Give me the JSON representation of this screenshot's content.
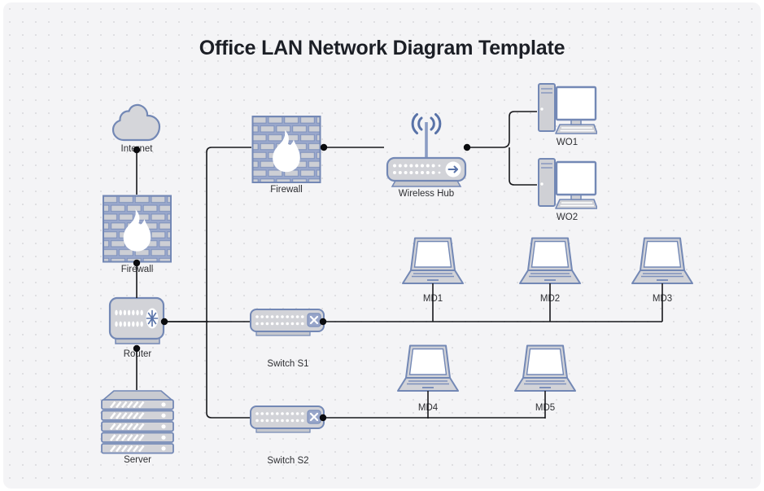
{
  "title": "Office LAN Network Diagram Template",
  "nodes": {
    "internet": {
      "label": "Internet"
    },
    "firewall_left": {
      "label": "Firewall"
    },
    "router": {
      "label": "Router"
    },
    "server": {
      "label": "Server"
    },
    "firewall_top": {
      "label": "Firewall"
    },
    "wireless_hub": {
      "label": "Wireless Hub"
    },
    "wo1": {
      "label": "WO1"
    },
    "wo2": {
      "label": "WO2"
    },
    "md1": {
      "label": "MD1"
    },
    "md2": {
      "label": "MD2"
    },
    "md3": {
      "label": "MD3"
    },
    "md4": {
      "label": "MD4"
    },
    "md5": {
      "label": "MD5"
    },
    "switch_s1": {
      "label": "Switch S1"
    },
    "switch_s2": {
      "label": "Switch S2"
    }
  },
  "icons": {
    "internet": "cloud-icon",
    "firewall": "firewall-brick-flame-icon",
    "router": "router-icon",
    "server": "server-rack-icon",
    "wireless_hub": "wireless-hub-icon",
    "workstation": "desktop-computer-icon",
    "mobile_device": "laptop-icon",
    "switch": "network-switch-icon"
  },
  "colors": {
    "canvas_bg": "#f4f4f6",
    "shape_stroke": "#7388b5",
    "shape_fill": "#d3d4d9",
    "mortar_blue": "#9aa8cc",
    "accent_blue": "#5872a8",
    "connector": "#17181c",
    "junction_dot": "#0b0c0f",
    "title_text": "#1c1f26",
    "label_text": "#2e2f33"
  }
}
